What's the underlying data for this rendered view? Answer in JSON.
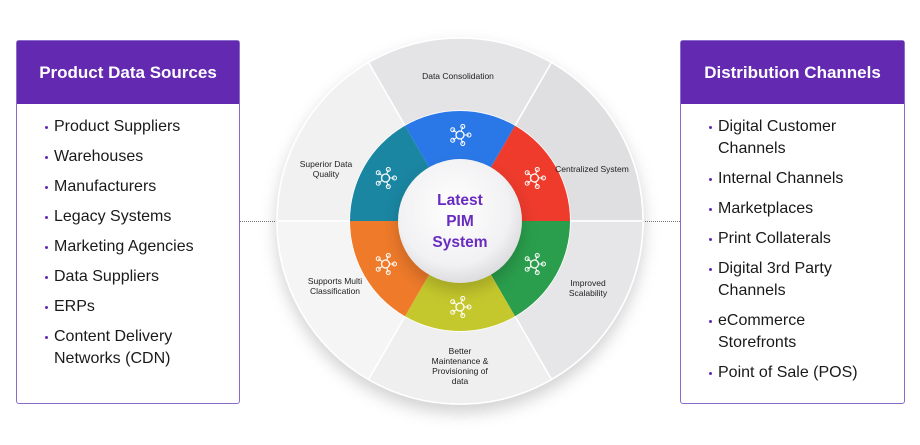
{
  "left_panel": {
    "title": "Product Data Sources",
    "items": [
      "Product Suppliers",
      "Warehouses",
      "Manufacturers",
      "Legacy Systems",
      "Marketing Agencies",
      "Data Suppliers",
      "ERPs",
      "Content Delivery Networks (CDN)"
    ]
  },
  "right_panel": {
    "title": "Distribution Channels",
    "items": [
      "Digital Customer Channels",
      "Internal Channels",
      "Marketplaces",
      "Print Collaterals",
      "Digital 3rd Party Channels",
      "eCommerce Storefronts",
      "Point of Sale (POS)"
    ]
  },
  "center": {
    "title": "Latest\nPIM\nSystem"
  },
  "segments": [
    {
      "label": "Data Consolidation",
      "color": "#2a78e8",
      "icon": "database-sync-icon"
    },
    {
      "label": "Centralized System",
      "color": "#ee3b2c",
      "icon": "global-network-icon"
    },
    {
      "label": "Improved Scalability",
      "color": "#2a9e4c",
      "icon": "cloud-devices-icon"
    },
    {
      "label": "Better Maintenance & Provisioning of data",
      "color": "#c5c82c",
      "icon": "database-gear-icon"
    },
    {
      "label": "Supports Multi Classification",
      "color": "#ef7a2a",
      "icon": "hub-network-icon"
    },
    {
      "label": "Superior Data Quality",
      "color": "#1a86a2",
      "icon": "database-badge-icon"
    }
  ],
  "colors": {
    "brand": "#6329b0",
    "outer_ring": "#e9e9ea"
  }
}
